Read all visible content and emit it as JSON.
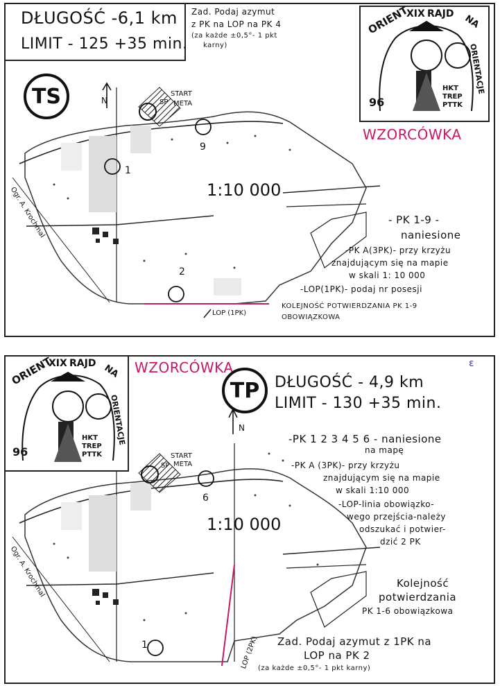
{
  "ts": {
    "badge": "TS",
    "length": "DŁUGOŚĆ -6,1 km",
    "limit": "LIMIT - 125 +35 min.",
    "task": [
      "Zad. Podaj azymut",
      "z PK na LOP na PK 4",
      "(za każde ±0,5°- 1 pkt",
      "karny)"
    ],
    "template_label": "WZORCÓWKA",
    "scale": "1:10 000",
    "start": "START",
    "meta": "META",
    "sp": "SP",
    "north": "N",
    "street": "Ogr. A. Krochmal",
    "cp_numbers": [
      "1",
      "2",
      "9"
    ],
    "lop_label": "LOP (1PK)",
    "notes": [
      "- PK 1-9 -",
      "naniesione",
      "-PK A(3PK)- przy krzyżu",
      "znajdującym się na mapie",
      "w skali 1: 10 000",
      "-LOP(1PK)- podaj nr posesji",
      "KOLEJNOŚĆ POTWIERDZANIA PK 1-9",
      "OBOWIĄZKOWA"
    ]
  },
  "tp": {
    "badge": "TP",
    "length": "DŁUGOŚĆ - 4,9 km",
    "limit": "LIMIT - 130 +35 min.",
    "template_label": "WZORCÓWKA",
    "corner_mark": "ε",
    "scale": "1:10 000",
    "start": "START",
    "meta": "META",
    "sp": "SP",
    "north": "N",
    "street": "Ogr. A. Krochmal",
    "cp_numbers": [
      "1",
      "6"
    ],
    "lop_label": "LOP (2PK)",
    "notes": [
      "-PK 1 2 3 4 5 6 - naniesione",
      "na mapę",
      "-PK A (3PK)- przy krzyżu",
      "znajdującym się na mapie",
      "w skali 1:10 000",
      "-LOP-linia obowiązko-",
      "wego przejścia-należy",
      "odszukać i potwier-",
      "dzić 2 PK"
    ],
    "order_note": [
      "Kolejność",
      "potwierdzania",
      "PK 1-6 obowiązkowa"
    ],
    "task": [
      "Zad. Podaj azymut z 1PK na",
      "LOP na PK 2",
      "(za każde ±0,5°- 1 pkt karny)"
    ]
  },
  "logo": {
    "top_text": "ORIENT",
    "roman": "XIX",
    "rajd": "RAJD",
    "na": "NA",
    "orientacje": "ORIENTACJE",
    "year": "96",
    "club": [
      "HKT",
      "TREP",
      "PTTK"
    ]
  }
}
